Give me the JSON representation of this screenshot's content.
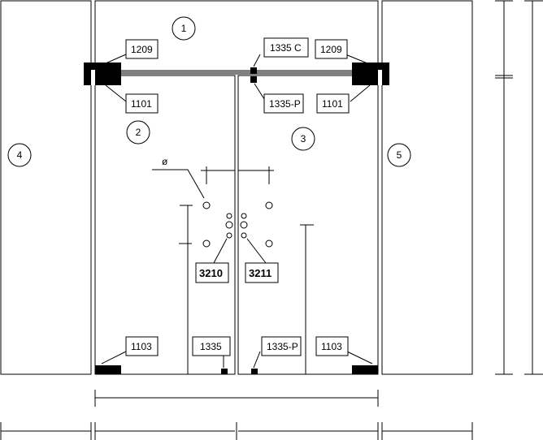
{
  "panels": {
    "top_transom": "1",
    "left_door": "2",
    "right_door": "3",
    "left_sidelight": "4",
    "right_sidelight": "5"
  },
  "fittings": {
    "top_patch_left": "1209",
    "top_patch_right": "1209",
    "top_patch_door_left": "1101",
    "top_patch_door_right": "1101",
    "bottom_patch_left": "1103",
    "bottom_patch_right": "1103",
    "center_keep": "1335 C",
    "center_lock_top": "1335-P",
    "floor_lock_left": "1335",
    "floor_lock_right": "1335-P",
    "handle_left": "3210",
    "handle_right": "3211"
  },
  "symbols": {
    "diameter": "ø"
  }
}
